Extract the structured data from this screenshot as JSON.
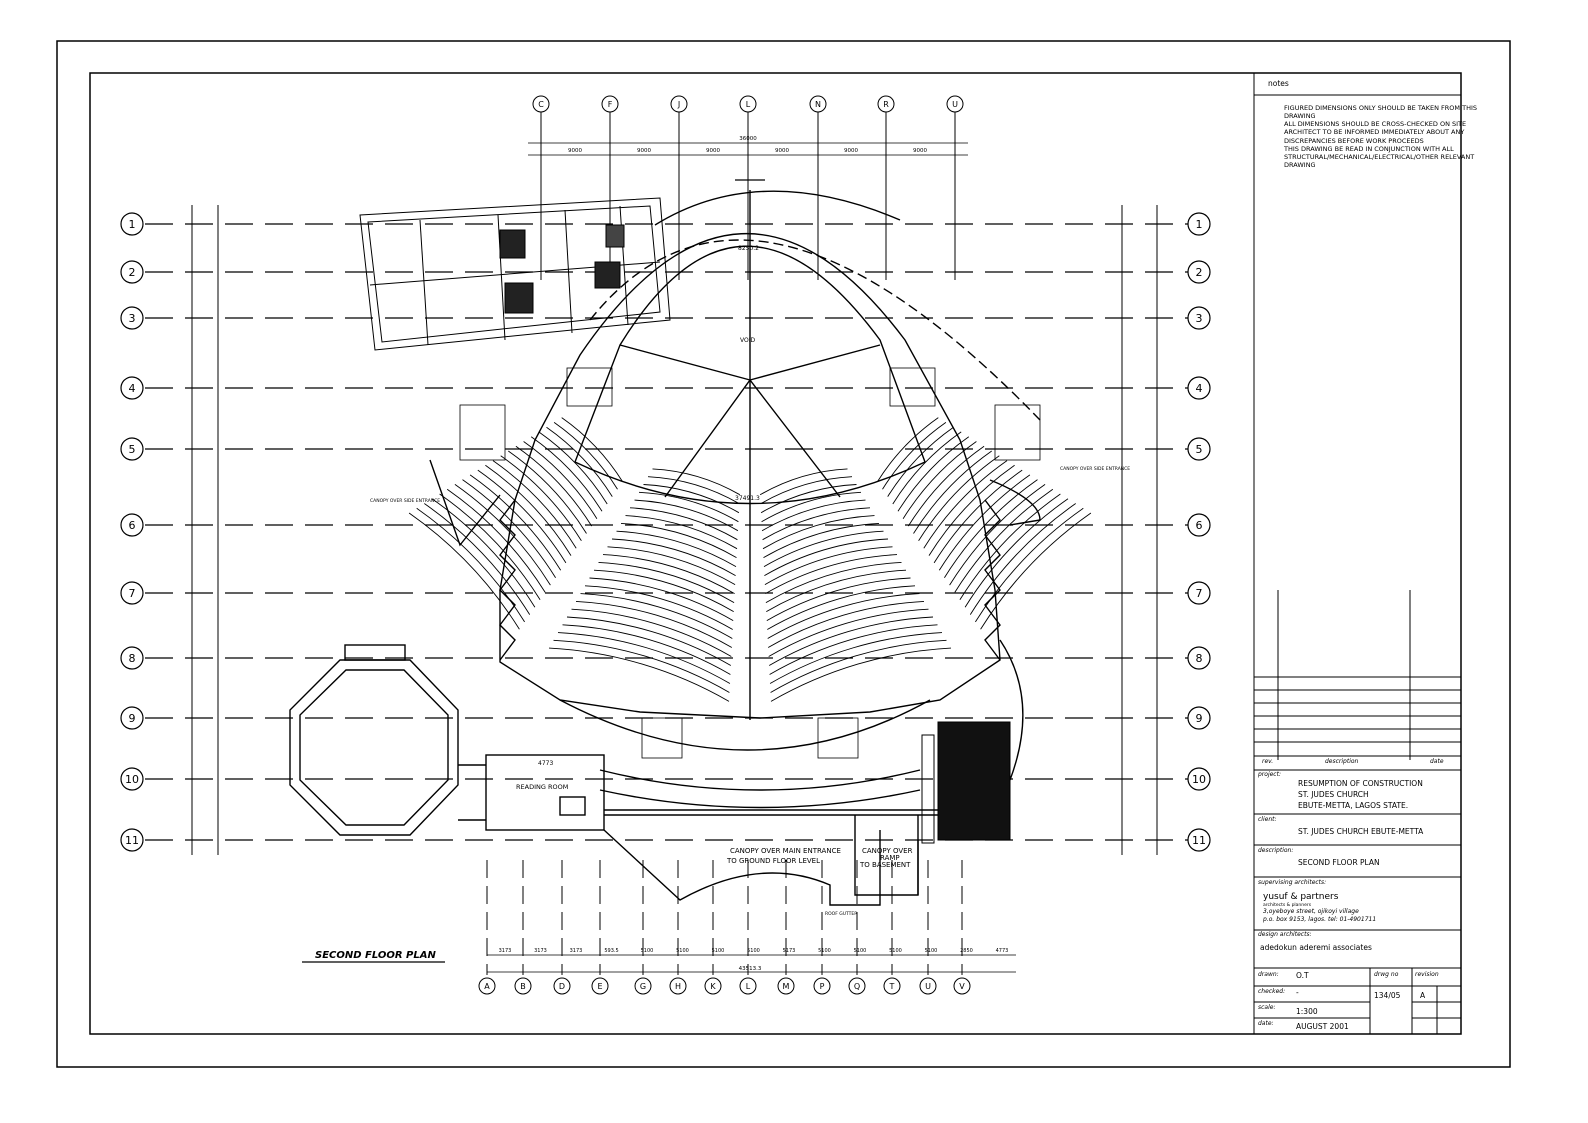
{
  "drawing": {
    "plan_title": "SECOND FLOOR PLAN",
    "grid_rows": [
      "1",
      "2",
      "3",
      "4",
      "5",
      "6",
      "7",
      "8",
      "9",
      "10",
      "11"
    ],
    "grid_cols_bottom": [
      "A",
      "B",
      "D",
      "E",
      "G",
      "H",
      "K",
      "L",
      "M",
      "P",
      "Q",
      "T",
      "U",
      "V"
    ],
    "grid_cols_top": [
      "C",
      "F",
      "J",
      "L",
      "N",
      "R",
      "U"
    ],
    "top_dims": [
      "9000",
      "9000",
      "9000",
      "9000",
      "9000",
      "9000"
    ],
    "top_total": "36000",
    "bottom_dims": [
      "3173",
      "3173",
      "3173",
      "593.5",
      "5100",
      "5100",
      "5100",
      "5100",
      "5173",
      "5100",
      "5100",
      "5100",
      "5100",
      "2850",
      "4773"
    ],
    "bottom_total": "43513.3",
    "labels": {
      "void": "VOID",
      "canopy_side_left": "CANOPY OVER SIDE ENTRANCE",
      "canopy_side_right": "CANOPY OVER SIDE ENTRANCE",
      "canopy_main_1": "CANOPY OVER MAIN ENTRANCE",
      "canopy_main_2": "TO GROUND FLOOR LEVEL",
      "canopy_ramp_1": "CANOPY OVER",
      "canopy_ramp_2": "RAMP",
      "canopy_ramp_3": "TO BASEMENT",
      "reading_room": "READING ROOM",
      "roof_gutter": "ROOF GUTTER",
      "dim_8250": "8250.2",
      "dim_37491": "37491.3",
      "dim_4773": "4773"
    }
  },
  "title_block": {
    "notes_label": "notes",
    "notes": [
      "figured dimensions only should be taken from this drawing",
      "all dimensions should be cross-checked on site",
      "architect to be informed immediately about any discrepancies before work proceeds",
      "this drawing be read in conjunction with all structural/mechanical/electrical/other relevant drawing"
    ],
    "rev_label": "rev.",
    "description_col_label": "description",
    "date_col_label": "date",
    "project_label": "project:",
    "project_lines": [
      "RESUMPTION OF CONSTRUCTION",
      "ST. JUDES CHURCH",
      "EBUTE-METTA, LAGOS STATE."
    ],
    "client_label": "client:",
    "client": "ST. JUDES CHURCH EBUTE-METTA",
    "description_label": "description:",
    "description": "SECOND FLOOR PLAN",
    "supervising_label": "supervising architects:",
    "firm_name": "yusuf & partners",
    "firm_tagline": "architects & planners",
    "firm_address_1": "3,oyeboye street, ojikoyi village",
    "firm_address_2": "p.o. box 9153, lagos. tel: 01-4901711",
    "design_label": "design architects:",
    "design_firm": "adedokun aderemi associates",
    "drawn_label": "drawn:",
    "drawn": "O.T",
    "checked_label": "checked:",
    "checked": "-",
    "scale_label": "scale:",
    "scale": "1:300",
    "date_label": "date:",
    "date": "AUGUST 2001",
    "drawing_no_label": "drwg no",
    "drawing_no": "134/05",
    "revision_label": "revision",
    "revision": "A"
  }
}
